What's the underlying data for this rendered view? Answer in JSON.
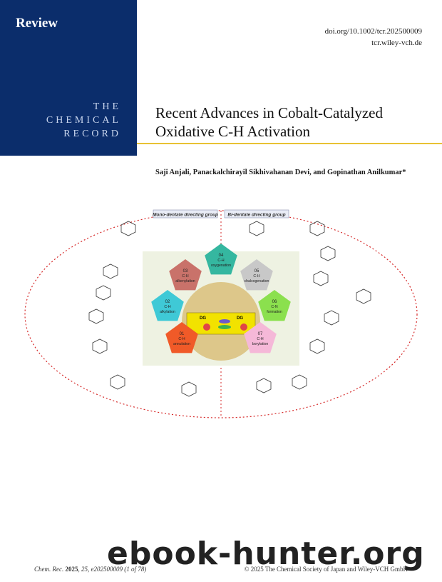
{
  "header": {
    "section_label": "Review",
    "journal_lines": [
      "THE",
      "CHEMICAL",
      "RECORD"
    ],
    "doi": "doi.org/10.1002/tcr.202500009",
    "site": "tcr.wiley-vch.de"
  },
  "article": {
    "title_line1": "Recent Advances in Cobalt-Catalyzed",
    "title_line2": "Oxidative C-H Activation",
    "authors": "Saji Anjali, Panackalchirayil Sikhivahanan Devi, and Gopinathan Anilkumar*"
  },
  "graphic": {
    "left_label": "Mono-dentate directing group",
    "right_label": "Bi-dentate directing group",
    "categories": [
      {
        "num": "01",
        "line1": "C-H",
        "line2": "annulation",
        "color": "#f05a28"
      },
      {
        "num": "02",
        "line1": "C-H",
        "line2": "alkylation",
        "color": "#3fc9d6"
      },
      {
        "num": "03",
        "line1": "C-H",
        "line2": "alkenylation",
        "color": "#c9726a"
      },
      {
        "num": "04",
        "line1": "C-H",
        "line2": "oxygenation",
        "color": "#35b7a0"
      },
      {
        "num": "05",
        "line1": "C-H",
        "line2": "chalcogenation",
        "color": "#c8c8c8"
      },
      {
        "num": "06",
        "line1": "C-N",
        "line2": "formation",
        "color": "#8be04e"
      },
      {
        "num": "07",
        "line1": "C-H",
        "line2": "borylation",
        "color": "#f5b8d8"
      }
    ],
    "center_labels": [
      "DG",
      "DG"
    ]
  },
  "footer": {
    "citation_journal": "Chem. Rec.",
    "citation_year": "2025",
    "citation_rest": ", 25, e202500009 (1 of 78)",
    "copyright": "© 2025 The Chemical Society of Japan and Wiley-VCH GmbH"
  },
  "watermark": "ebook-hunter.org"
}
